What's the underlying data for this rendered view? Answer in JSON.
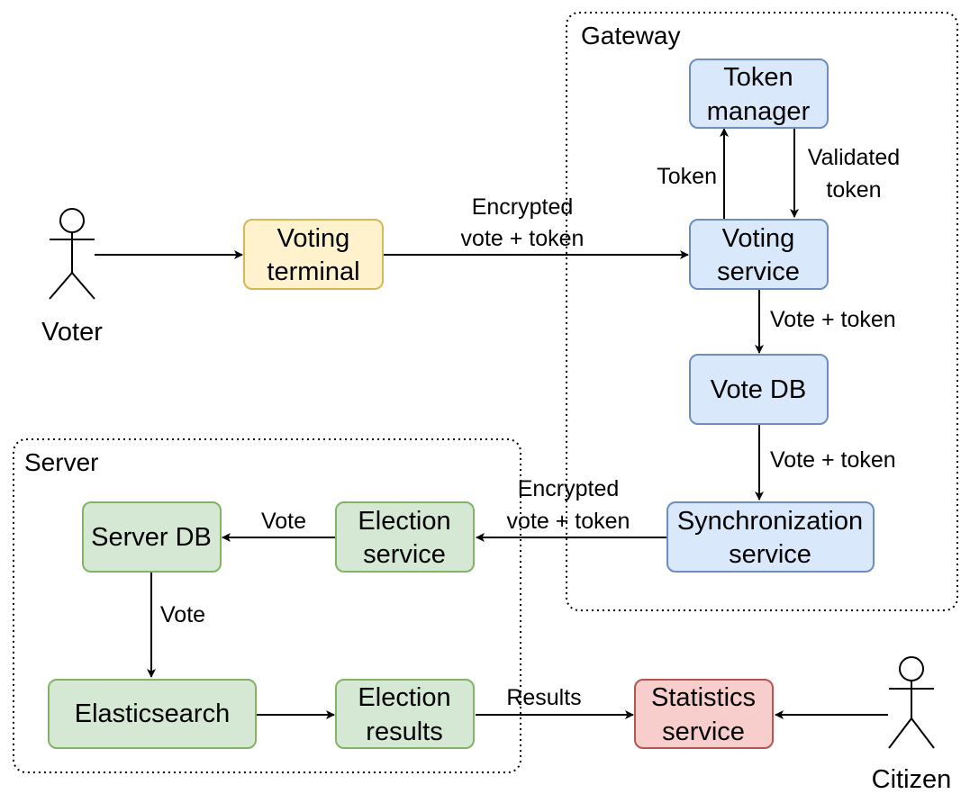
{
  "groups": {
    "gateway": {
      "label": "Gateway"
    },
    "server": {
      "label": "Server"
    }
  },
  "actors": {
    "voter": {
      "label": "Voter"
    },
    "citizen": {
      "label": "Citizen"
    }
  },
  "nodes": {
    "voting_terminal": {
      "line1": "Voting",
      "line2": "terminal"
    },
    "token_manager": {
      "line1": "Token",
      "line2": "manager"
    },
    "voting_service": {
      "line1": "Voting",
      "line2": "service"
    },
    "vote_db": {
      "line1": "Vote DB"
    },
    "sync_service": {
      "line1": "Synchronization",
      "line2": "service"
    },
    "election_service": {
      "line1": "Election",
      "line2": "service"
    },
    "server_db": {
      "line1": "Server DB"
    },
    "elasticsearch": {
      "line1": "Elasticsearch"
    },
    "election_results": {
      "line1": "Election",
      "line2": "results"
    },
    "statistics_service": {
      "line1": "Statistics",
      "line2": "service"
    }
  },
  "edges": {
    "terminal_to_voting": {
      "line1": "Encrypted",
      "line2": "vote + token"
    },
    "voting_to_token": {
      "line1": "Token"
    },
    "token_to_voting": {
      "line1": "Validated",
      "line2": "token"
    },
    "voting_to_votedb": {
      "line1": "Vote + token"
    },
    "votedb_to_sync": {
      "line1": "Vote + token"
    },
    "sync_to_election": {
      "line1": "Encrypted",
      "line2": "vote + token"
    },
    "election_to_serverdb": {
      "line1": "Vote"
    },
    "serverdb_to_elastic": {
      "line1": "Vote"
    },
    "results_to_stats": {
      "line1": "Results"
    }
  },
  "colors": {
    "blue_fill": "#dae8fc",
    "blue_stroke": "#6c8ebf",
    "yellow_fill": "#fff2cc",
    "yellow_stroke": "#d6b656",
    "green_fill": "#d5e8d4",
    "green_stroke": "#82b366",
    "red_fill": "#f8cecc",
    "red_stroke": "#b85450"
  }
}
